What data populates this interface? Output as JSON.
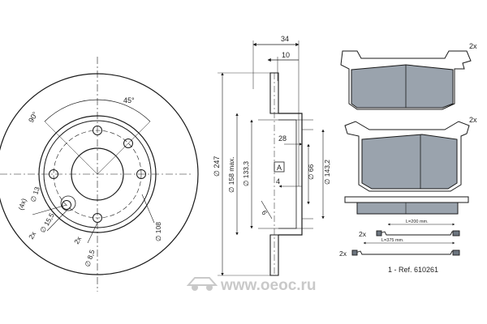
{
  "colors": {
    "line": "#1a1a1a",
    "pad_fill": "#9aa3ad",
    "pad_dark": "#6d7680",
    "watermark": "#cccccc"
  },
  "front_view": {
    "angle_45": "45°",
    "angle_90": "90°",
    "hole_4x": "(4x)",
    "dia_13": "∅ 13",
    "hole_2x_a": "2x",
    "dia_15_5": "∅ 15,5",
    "hole_2x_b": "2x",
    "dia_8_5": "∅ 8,5",
    "dia_108": "∅ 108"
  },
  "section_view": {
    "dim_34": "34",
    "dim_10": "10",
    "dim_28": "28",
    "dia_247": "∅ 247",
    "dia_158_max": "∅ 158 max.",
    "dia_133_3": "∅ 133,3",
    "dia_66": "∅ 66",
    "dia_143_2": "∅ 143,2",
    "datum_a": "A",
    "dim_4": "4",
    "dim_6": "6"
  },
  "pads": {
    "qty_top": "2x",
    "qty_mid": "2x",
    "wire_short_qty": "2x",
    "wire_short_label": "L=200 mm.",
    "wire_long_qty": "2x",
    "wire_long_label": "L=375 mm.",
    "reference": "1 - Ref. 610261"
  },
  "watermark_text": "www.oeoc.ru",
  "icons": [
    "car-logo-icon"
  ]
}
